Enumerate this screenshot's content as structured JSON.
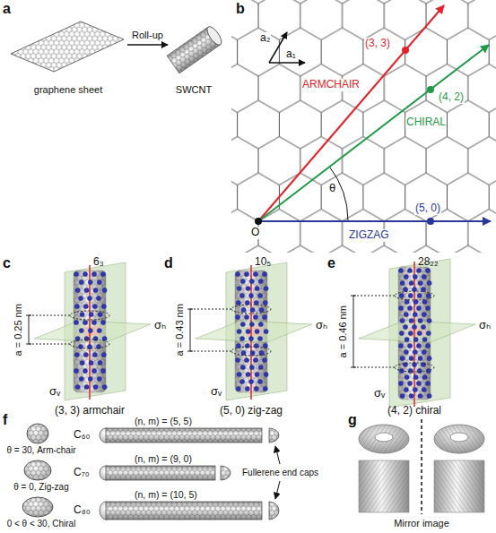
{
  "diagram": {
    "nodes": [
      {
        "text": [
          "graphene sheet"
        ]
      },
      {
        "text": [
          "SWCNT"
        ]
      }
    ],
    "edges": [
      {
        "from": 0,
        "to": 1,
        "arrow": "to",
        "label": "Roll-up"
      }
    ],
    "labels": [
      "a",
      "b",
      "a₂",
      "a₁",
      "(3, 3)",
      "ARMCHAIR",
      "(4, 2)",
      "CHIRAL",
      "θ",
      "O",
      "(5, 0)",
      "ZIGZAG",
      "c",
      "6₃",
      "a = 0.25 nm",
      "σₕ",
      "σᵥ",
      "(3, 3) armchair",
      "d",
      "10₅",
      "a = 0.43 nm",
      "σₕ",
      "σᵥ",
      "(5, 0) zig-zag",
      "e",
      "28₂₂",
      "a = 0.46 nm",
      "σₕ",
      "σᵥ",
      "(4, 2) chiral",
      "f",
      "θ = 30, Arm-chair",
      "C₆₀",
      "(n, m) = (5, 5)",
      "θ = 0, Zig-zag",
      "C₇₀",
      "(n, m) = (9, 0)",
      "Fullerene end caps",
      "0 < θ < 30, Chiral",
      "C₈₀",
      "(n, m) = (10, 5)",
      "g",
      "Mirror image"
    ]
  }
}
